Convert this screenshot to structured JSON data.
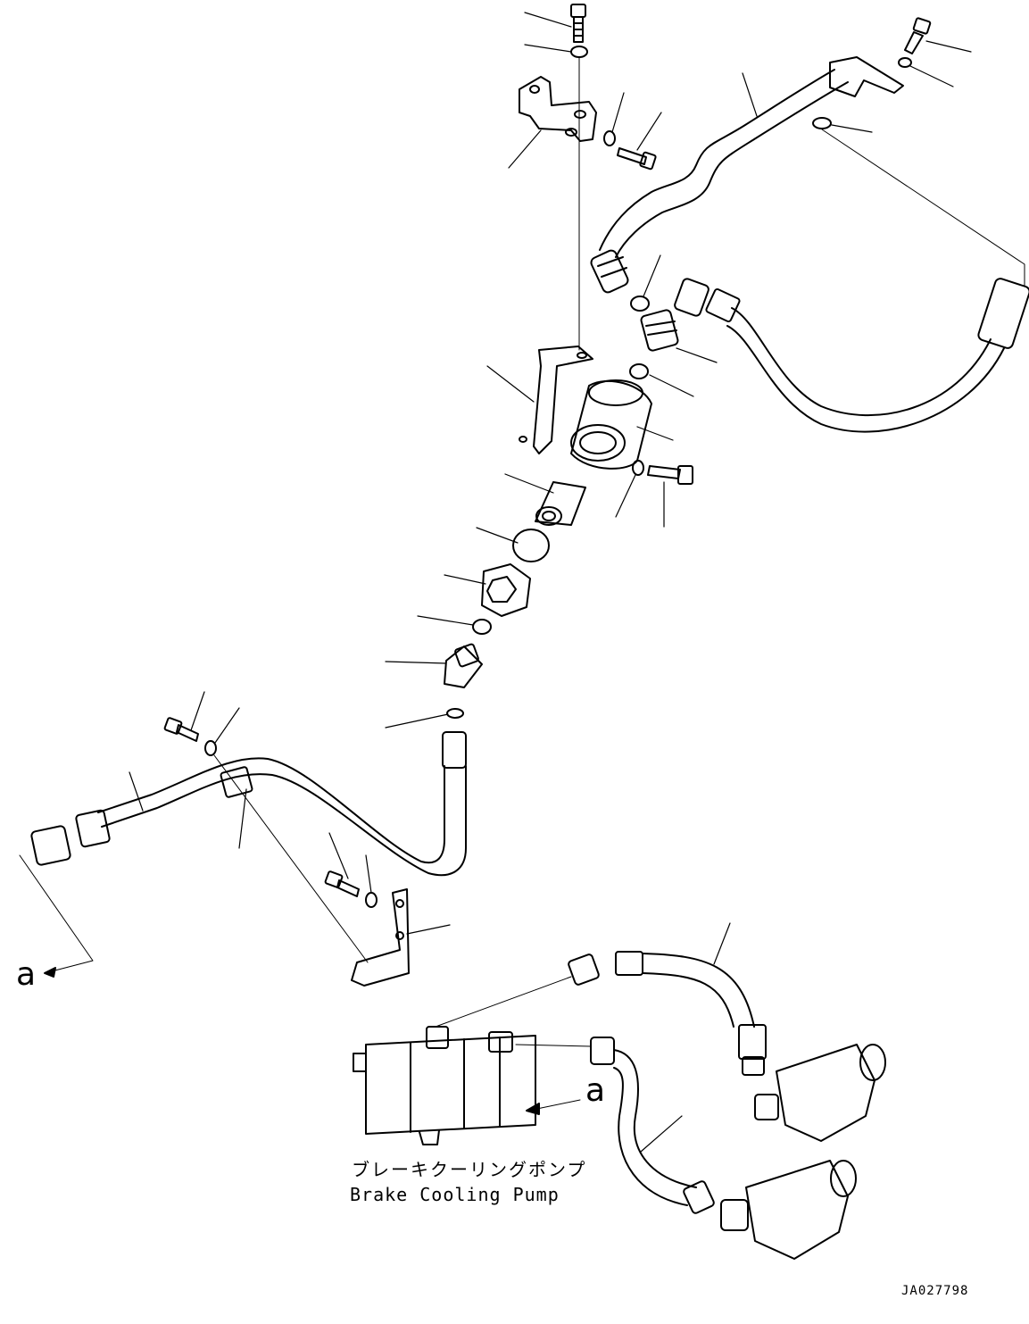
{
  "labels": {
    "view_a_left": "a",
    "view_a_right": "a",
    "pump_name_jp": "ブレーキクーリングポンプ",
    "pump_name_en": "Brake Cooling Pump",
    "drawing_code": "JA027798"
  },
  "colors": {
    "line": "#000000",
    "background": "#ffffff"
  }
}
